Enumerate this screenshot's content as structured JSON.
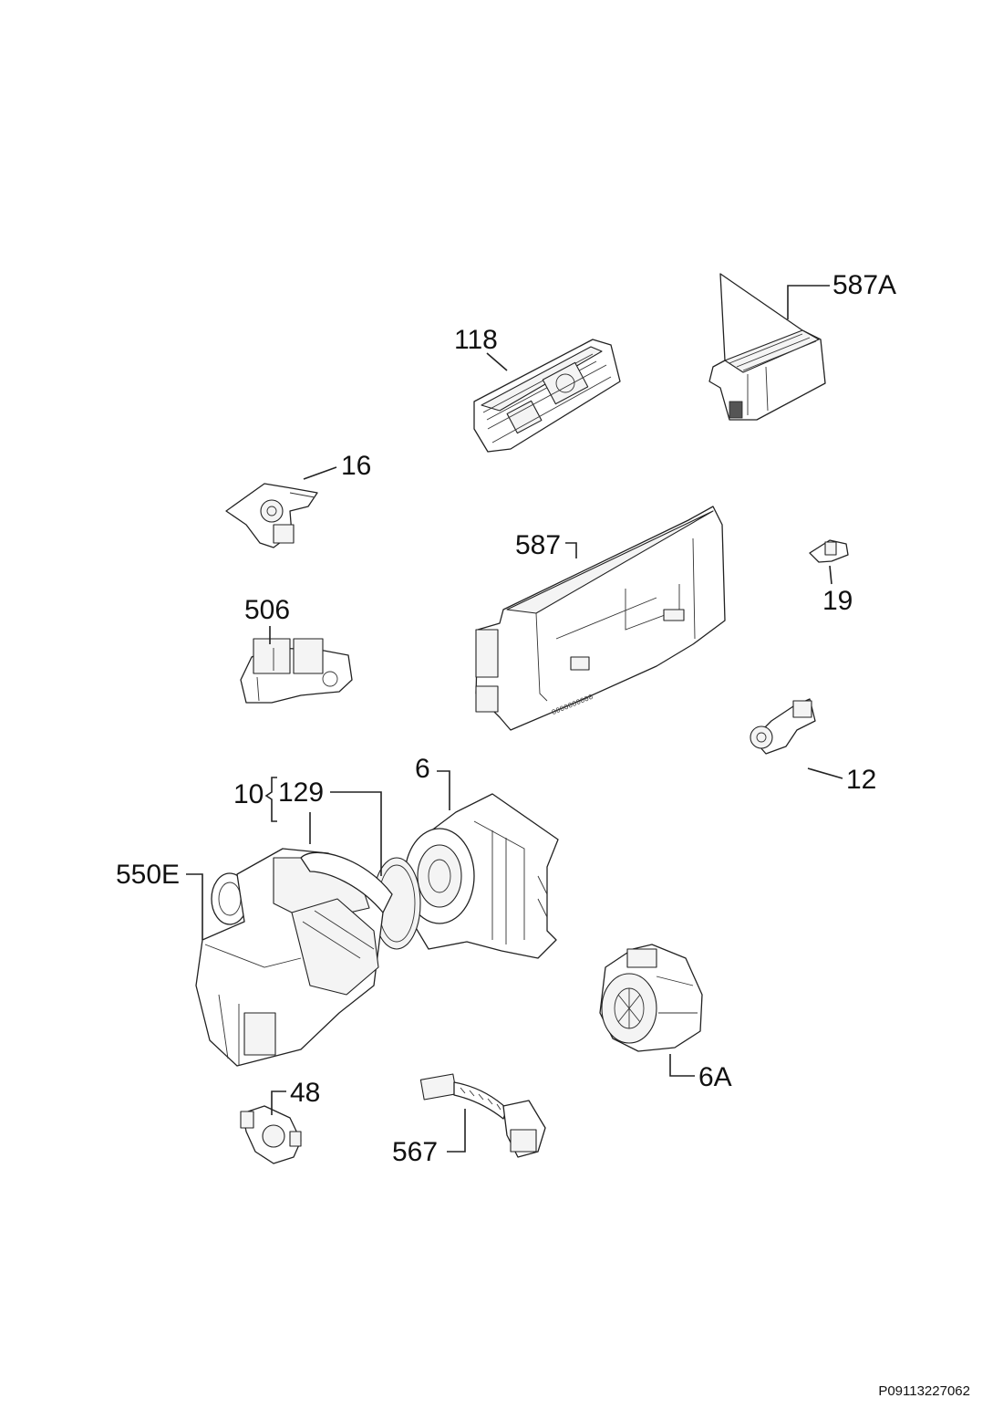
{
  "diagram": {
    "labels": {
      "l587A": "587A",
      "l118": "118",
      "l16": "16",
      "l587": "587",
      "l19": "19",
      "l506": "506",
      "l12": "12",
      "l6": "6",
      "l10": "10",
      "l129": "129",
      "l550E": "550E",
      "l6A": "6A",
      "l48": "48",
      "l567": "567"
    },
    "doc_id": "P09113227062"
  }
}
